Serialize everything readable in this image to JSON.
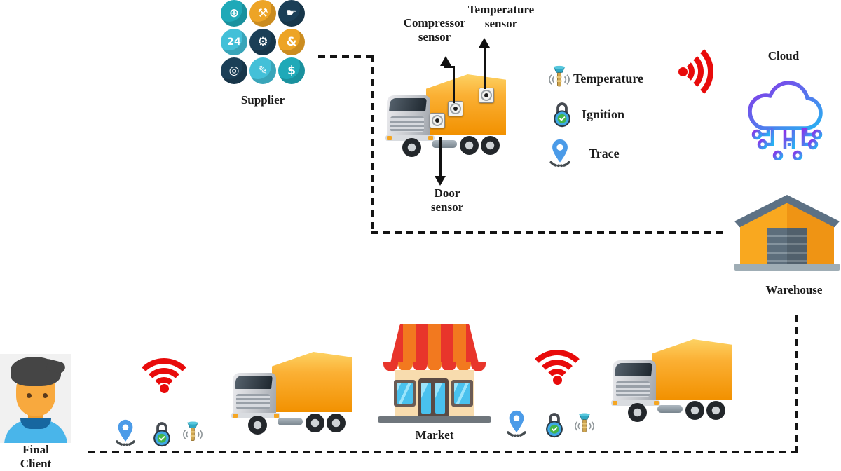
{
  "supplier": {
    "label": "Supplier",
    "icons": [
      {
        "name": "globe",
        "glyph": "⊕"
      },
      {
        "name": "crane",
        "glyph": "⚒"
      },
      {
        "name": "pointing-hand",
        "glyph": "☛"
      },
      {
        "name": "24h-service",
        "glyph": "24"
      },
      {
        "name": "oil-pump",
        "glyph": "⚙"
      },
      {
        "name": "handshake",
        "glyph": "&"
      },
      {
        "name": "world-network",
        "glyph": "◎"
      },
      {
        "name": "clipboard",
        "glyph": "✎"
      },
      {
        "name": "invoice",
        "glyph": "$"
      }
    ]
  },
  "truck_sensors": {
    "compressor": "Compressor sensor",
    "temperature": "Temperature sensor",
    "door": "Door sensor"
  },
  "legend": [
    {
      "name": "temperature",
      "label": "Temperature"
    },
    {
      "name": "ignition",
      "label": "Ignition"
    },
    {
      "name": "trace",
      "label": "Trace"
    }
  ],
  "cloud": {
    "label": "Cloud"
  },
  "warehouse": {
    "label": "Warehouse"
  },
  "market": {
    "label": "Market"
  },
  "final_client": {
    "label": "Final Client"
  },
  "colors": {
    "wifi_red": "#e80b0b",
    "truck_orange": "#fbb034",
    "warehouse_orange": "#f7a01d",
    "awning_red": "#e8352b",
    "awning_orange": "#f2791f",
    "cloud_gradient_start": "#8a32e8",
    "cloud_gradient_end": "#27b2f2",
    "lock_blue": "#3fa9e6",
    "lock_check_green": "#43b649",
    "pin_blue": "#4b9be8",
    "supplier_teal": "#1fa9b8",
    "supplier_navy": "#1b3f57",
    "supplier_orange": "#eda426",
    "supplier_lightblue": "#43c0d8",
    "arrow_black": "#111111"
  }
}
